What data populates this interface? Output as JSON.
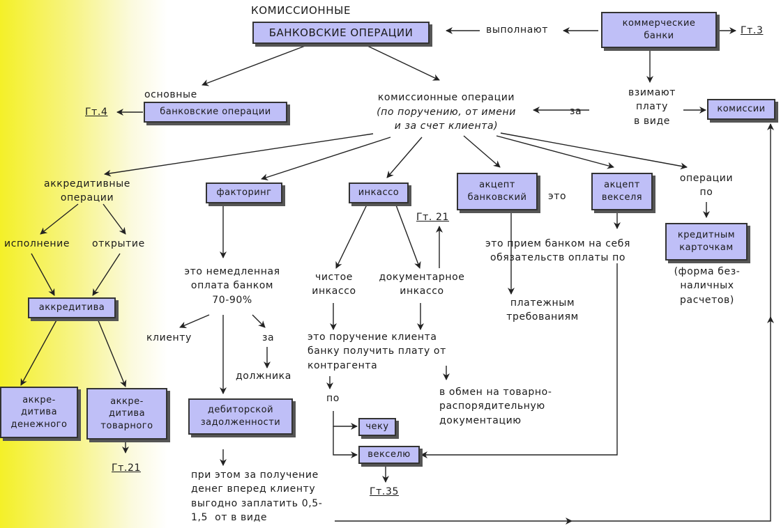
{
  "title": {
    "line1": "КОМИССИОННЫЕ",
    "line2": "БАНКОВСКИЕ ОПЕРАЦИИ"
  },
  "nodes": {
    "commercial_banks": "коммерческие\nбанки",
    "perform": "выполнают",
    "ref_g3": "Гт.3",
    "charge": "взимают\nплату\nв виде",
    "commission": "комиссии",
    "basic_ops_label": "основные",
    "basic_ops_box": "банковские операции",
    "ref_g4": "Гт.4",
    "commission_ops": "комиссионные операции",
    "commission_ops_italic": "(по поручению, от имени\nи за счет клиента)",
    "for_word": "за",
    "letter_of_credit_ops": "аккредитивные\nоперации",
    "execution": "исполнение",
    "opening": "открытие",
    "letter_of_credit": "аккредитива",
    "cash_loc": "аккре-\nдитива\nденежного",
    "commodity_loc": "аккре-\nдитива\nтоварного",
    "ref_g21_a": "Гт.21",
    "factoring": "факторинг",
    "factoring_desc": "это немедленная\nоплата банком\n70-90%",
    "to_client": "клиенту",
    "for_debtor_za": "за",
    "debtor": "должника",
    "receivables": "дебиторской\nзадолженности",
    "factoring_note": "при этом за получение\nденег вперед клиенту\nвыгодно заплатить 0,5-\n1,5  от в виде",
    "collection": "инкассо",
    "ref_g21_b": "Гт. 21",
    "clean_collection": "чистое\nинкассо",
    "doc_collection": "документарное\nинкассо",
    "collection_desc": "это поручение клиента\nбанку получить плату от\nконтрагента",
    "po": "по",
    "cheque": "чеку",
    "bill": "векселю",
    "ref_g35": "Гт.35",
    "exchange_docs": "в обмен на товарно-\nраспорядительную\nдокументацию",
    "bank_accept": "акцепт\nбанковский",
    "eto": "это",
    "accept_desc": "это прием банком на себя\nобязательств оплаты по",
    "payment_claims": "платежным\nтребованиям",
    "bill_accept": "акцепт\nвекселя",
    "ops_by": "операции\nпо",
    "credit_cards": "кредитным\nкарточкам",
    "cashless_form": "(форма без-\nналичных\nрасчетов)"
  }
}
